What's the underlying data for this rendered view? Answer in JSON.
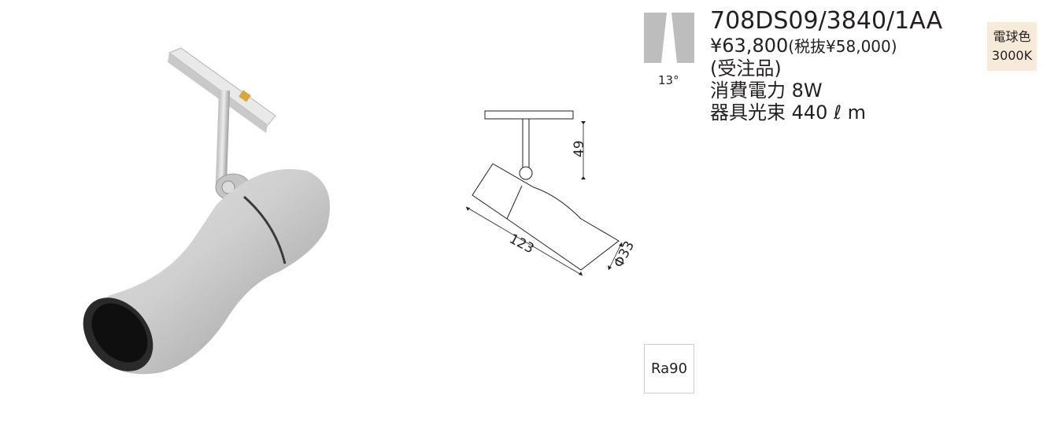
{
  "specs": {
    "model": "708DS09/3840/1AA",
    "price_main": "¥63,800",
    "price_sub": "(税抜¥58,000)",
    "order_note": "(受注品)",
    "power": "消費電力 8W",
    "lumen": "器具光束 440 ℓ m"
  },
  "beam": {
    "angle": "13°"
  },
  "color_badge": {
    "line1": "電球色",
    "line2": "3000K"
  },
  "ra_label": "Ra90",
  "dimensions": {
    "height": "49",
    "length": "123",
    "diameter": "Φ33"
  },
  "icons": {
    "photo": "track-spotlight-photo",
    "drawing": "dimension-drawing",
    "beam": "beam-angle-icon"
  }
}
